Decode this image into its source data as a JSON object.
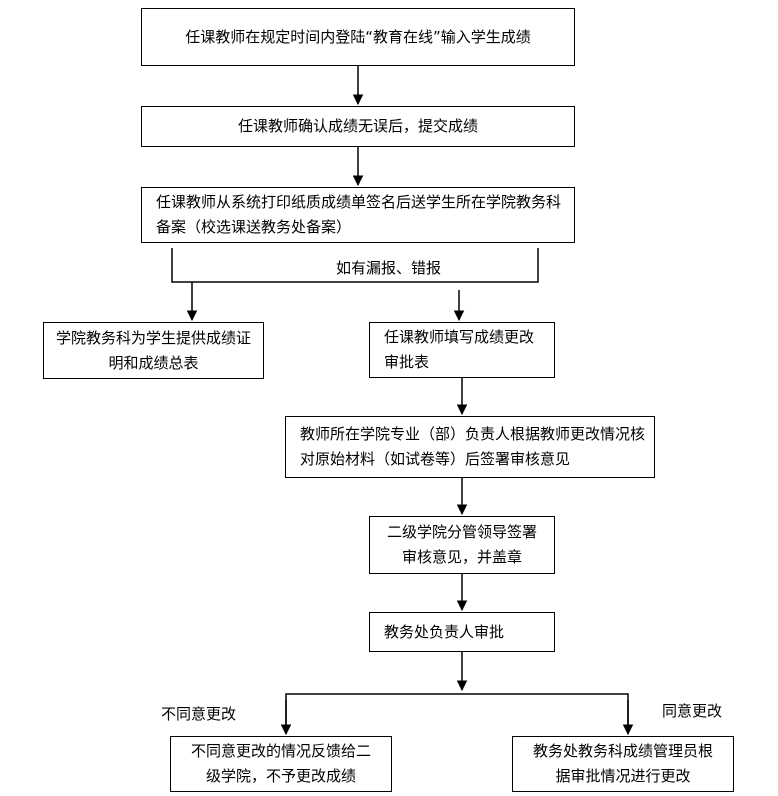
{
  "steps": {
    "login": "任课教师在规定时间内登陆“教育在线”输入学生成绩",
    "confirm": "任课教师确认成绩无误后，提交成绩",
    "print": "任课教师从系统打印纸质成绩单签名后送学生所在学院教务科备案（校选课送教务处备案）",
    "college_cert": "学院教务科为学生提供成绩证明和成绩总表",
    "fill_form": "任课教师填写成绩更改审批表",
    "dept_review": "教师所在学院专业（部）负责人根据教师更改情况核对原始材料（如试卷等）后签署审核意见",
    "leader_review": "二级学院分管领导签署审核意见，并盖章",
    "office_approve": "教务处负责人审批",
    "reject_result": "不同意更改的情况反馈给二级学院，不予更改成绩",
    "accept_result": "教务处教务科成绩管理员根据审批情况进行更改"
  },
  "labels": {
    "error_branch": "如有漏报、错报",
    "reject": "不同意更改",
    "accept": "同意更改"
  }
}
